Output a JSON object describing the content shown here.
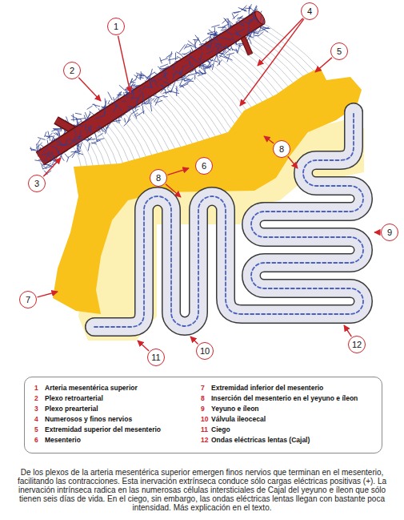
{
  "diagram": {
    "caption": "De los plexos de la arteria mesentérica superior emergen finos nervios que terminan en el mesenterio, facilitando las contracciones. Esta inervación extrínseca conduce sólo cargas eléctricas positivas (+). La inervación intrínseca radica en las numerosas células intersticiales de Cajal del yeyuno e íleon que sólo tienen seis días de vida. En el ciego, sin embargo, las ondas eléctricas lentas llegan con bastante poca intensidad. Más explicación en el texto.",
    "nodes": [
      {
        "text": [
          "1"
        ]
      },
      {
        "text": [
          "2"
        ]
      },
      {
        "text": [
          "3"
        ]
      },
      {
        "text": [
          "4"
        ]
      },
      {
        "text": [
          "5"
        ]
      },
      {
        "text": [
          "6"
        ]
      },
      {
        "text": [
          "7"
        ]
      },
      {
        "text": [
          "8"
        ]
      },
      {
        "text": [
          "8"
        ]
      },
      {
        "text": [
          "9"
        ]
      },
      {
        "text": [
          "10"
        ]
      },
      {
        "text": [
          "11"
        ]
      },
      {
        "text": [
          "12"
        ]
      }
    ],
    "labels": [
      "1",
      "2",
      "3",
      "4",
      "5",
      "6",
      "7",
      "8",
      "9",
      "10",
      "11",
      "12"
    ],
    "legend": [
      {
        "text": "Arteria mesentérica superior"
      },
      {
        "text": "Plexo retroarterial"
      },
      {
        "text": "Plexo prearterial"
      },
      {
        "text": "Numerosos y finos nervios"
      },
      {
        "text": "Extremidad superior del mesenterio"
      },
      {
        "text": "Mesenterio"
      },
      {
        "text": "Extremidad inferior del mesenterio"
      },
      {
        "text": "Inserción del mesenterio en el yeyuno e íleon"
      },
      {
        "text": "Yeyuno e íleon"
      },
      {
        "text": "Válvula ileocecal"
      },
      {
        "text": "Ciego"
      },
      {
        "text": "Ondas eléctricas lentas (Cajal)"
      }
    ]
  }
}
